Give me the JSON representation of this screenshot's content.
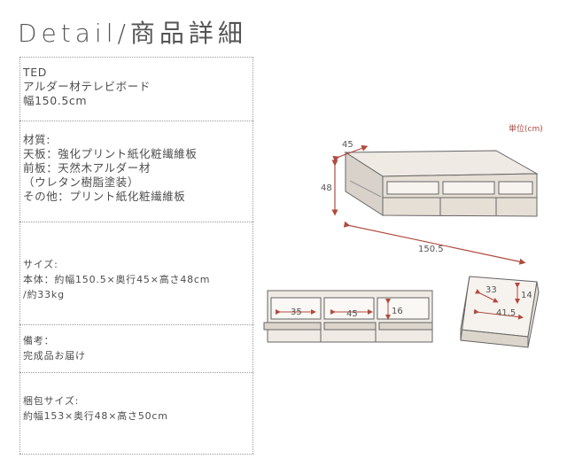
{
  "title": "Detail/商品詳細",
  "sections": {
    "name": [
      "TED",
      "アルダー材テレビボード",
      "幅150.5cm"
    ],
    "material": [
      "材質:",
      "天板：強化プリント紙化粧繊維板",
      "前板：天然木アルダー材",
      "（ウレタン樹脂塗装）",
      "その他：プリント紙化粧繊維板"
    ],
    "size": [
      "サイズ:",
      "本体：約幅150.5×奥行45×高さ48cm",
      "/約33kg"
    ],
    "note": [
      "備考：",
      "完成品お届け"
    ],
    "package": [
      "梱包サイズ:",
      "約幅153×奥行48×高さ50cm"
    ]
  },
  "diagram": {
    "unit_label": "単位(cm)",
    "depth": "45",
    "height": "48",
    "width": "150.5",
    "inner_width": "35",
    "inner_center": "45",
    "inner_height": "16",
    "drawer_depth": "33",
    "drawer_height": "14",
    "drawer_width": "41.5",
    "accent_color": "#b24a3e"
  }
}
